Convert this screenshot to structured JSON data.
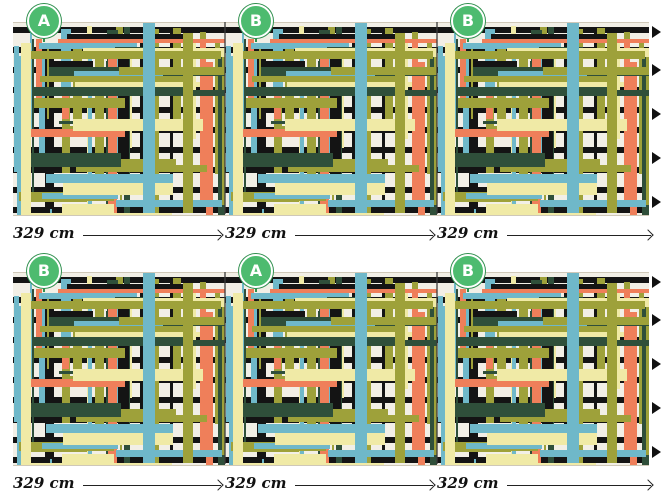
{
  "rows": [
    {
      "panels": [
        {
          "badge": "A",
          "width": "329 cm"
        },
        {
          "badge": "B",
          "width": "329 cm"
        },
        {
          "badge": "B",
          "width": "329 cm"
        }
      ]
    },
    {
      "panels": [
        {
          "badge": "B",
          "width": "329 cm"
        },
        {
          "badge": "A",
          "width": "329 cm"
        },
        {
          "badge": "B",
          "width": "329 cm"
        }
      ]
    }
  ],
  "direction_arrow_icon": "triangle-right-icon",
  "colors": {
    "badge_green": "#4dbb6f",
    "pattern_cyan": "#6fb8c9",
    "pattern_cream": "#f0eaa6",
    "pattern_olive": "#9ea13a",
    "pattern_darkgreen": "#2f4f3a",
    "pattern_coral": "#ef7f5a",
    "pattern_dark": "#141414"
  }
}
